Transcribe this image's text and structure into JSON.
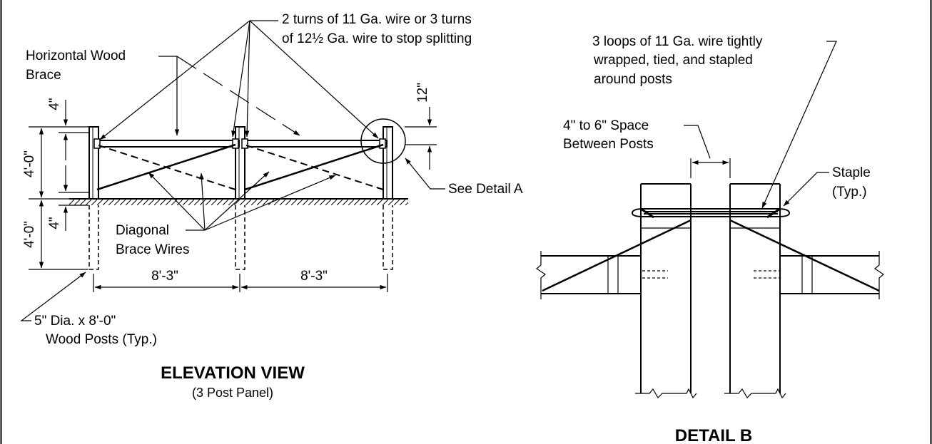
{
  "elevation": {
    "title": "ELEVATION VIEW",
    "subtitle": "(3 Post Panel)",
    "notes": {
      "wire_turns_1": "2 turns of 11 Ga. wire or 3 turns",
      "wire_turns_2": "of 12½ Ga. wire to stop splitting",
      "brace_1": "Horizontal Wood",
      "brace_2": "Brace",
      "diag_1": "Diagonal",
      "diag_2": "Brace Wires",
      "see_detail": "See Detail A",
      "posts_1": "5\" Dia. x 8'-0\"",
      "posts_2": "Wood Posts (Typ.)"
    },
    "dimensions": {
      "top_offset": "4\"",
      "above_ground": "4'-0\"",
      "below_ground": "4'-0\"",
      "below_offset": "4\"",
      "detail_offset": "12\"",
      "span_1": "8'-3\"",
      "span_2": "8'-3\""
    }
  },
  "detail_b": {
    "title": "DETAIL B",
    "notes": {
      "loops_1": "3 loops of 11 Ga. wire tightly",
      "loops_2": "wrapped, tied, and stapled",
      "loops_3": "around posts",
      "space_1": "4\" to 6\" Space",
      "space_2": "Between Posts",
      "staple_1": "Staple",
      "staple_2": "(Typ.)"
    }
  }
}
